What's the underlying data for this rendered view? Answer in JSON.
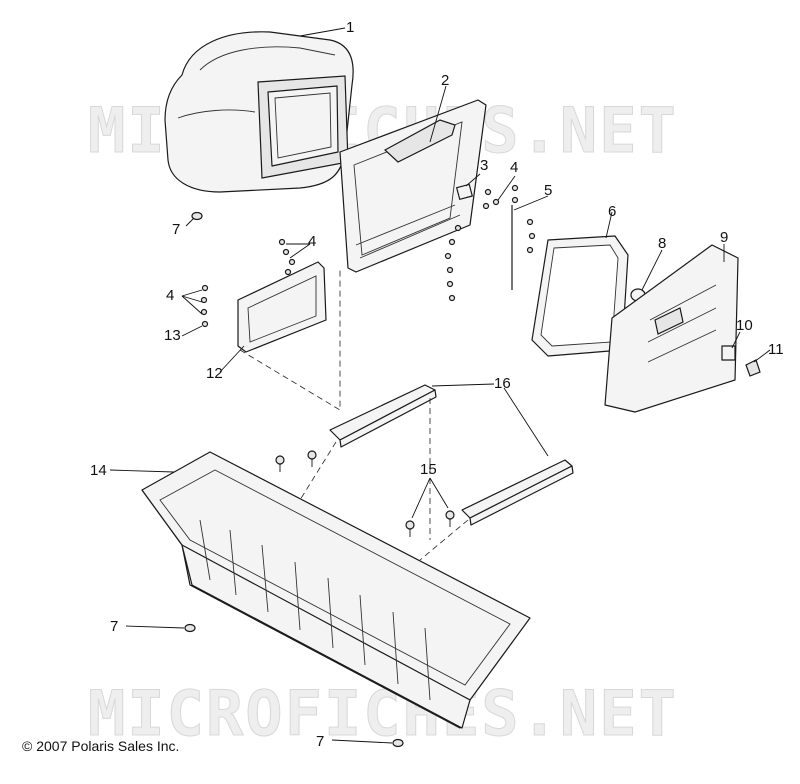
{
  "watermark": "MICROFICHES.NET",
  "copyright": "© 2007 Polaris Sales Inc.",
  "callouts": [
    "1",
    "2",
    "3",
    "4",
    "5",
    "6",
    "7",
    "8",
    "9",
    "10",
    "11",
    "12",
    "13",
    "14",
    "15",
    "16"
  ],
  "colors": {
    "line": "#1a1a1a",
    "part_fill": "#f4f4f4",
    "watermark": "#d8d8d8"
  }
}
